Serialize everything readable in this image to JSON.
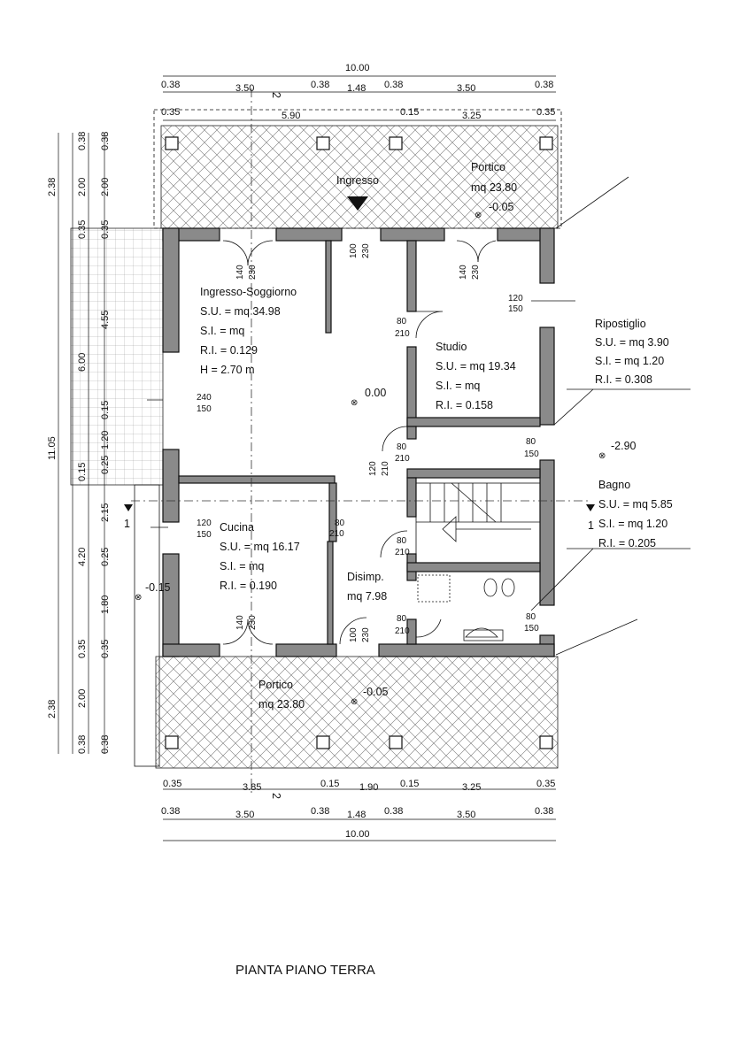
{
  "title": "PIANTA PIANO TERRA",
  "rooms": {
    "ingresso_label": "Ingresso",
    "portico_top": [
      "Portico",
      "mq 23.80"
    ],
    "soggiorno": [
      "Ingresso-Soggiorno",
      "S.U. = mq 34.98",
      "S.I. = mq",
      "R.I. = 0.129",
      "H = 2.70 m"
    ],
    "studio": [
      "Studio",
      "S.U. = mq 19.34",
      "S.I. = mq",
      "R.I. = 0.158"
    ],
    "ripostiglio": [
      "Ripostiglio",
      "S.U. = mq 3.90",
      "S.I. = mq 1.20",
      "R.I. = 0.308"
    ],
    "bagno": [
      "Bagno",
      "S.U. = mq 5.85",
      "S.I. = mq 1.20",
      "R.I. = 0.205"
    ],
    "cucina": [
      "Cucina",
      "S.U. = mq 16.17",
      "S.I. = mq",
      "R.I. = 0.190"
    ],
    "disimp": [
      "Disimp.",
      "mq 7.98"
    ],
    "portico_bottom": [
      "Portico",
      "mq 23.80"
    ]
  },
  "levels": {
    "portico_top": "-0.05",
    "interior": "0.00",
    "right_ext": "-2.90",
    "left_ext": "-0.15",
    "portico_bottom": "-0.05"
  },
  "openings": {
    "o1": [
      "140",
      "230"
    ],
    "o2": [
      "100",
      "230"
    ],
    "o3": [
      "140",
      "230"
    ],
    "o4": [
      "120",
      "150"
    ],
    "o5": [
      "80",
      "210"
    ],
    "o6": [
      "240",
      "150"
    ],
    "o7": [
      "80",
      "210"
    ],
    "o8": [
      "80",
      "150"
    ],
    "o9": [
      "120",
      "210"
    ],
    "o10": [
      "120",
      "150"
    ],
    "o11": [
      "80",
      "210"
    ],
    "o12": [
      "80",
      "210"
    ],
    "o13": [
      "80",
      "210"
    ],
    "o14": [
      "80",
      "150"
    ],
    "o15": [
      "140",
      "230"
    ],
    "o16": [
      "100",
      "230"
    ]
  },
  "section_marks": {
    "top": "2",
    "bottom": "2",
    "left": "1",
    "right": "1"
  },
  "dims": {
    "top_total": "10.00",
    "top_row1": [
      "0.38",
      "3.50",
      "0.38",
      "1.48",
      "0.38",
      "3.50",
      "0.38"
    ],
    "top_row2": [
      "0.35",
      "5.90",
      "0.15",
      "3.25",
      "0.35"
    ],
    "bottom_row1": [
      "0.35",
      "3.85",
      "0.15",
      "1.90",
      "0.15",
      "3.25",
      "0.35"
    ],
    "bottom_row2": [
      "0.38",
      "3.50",
      "0.38",
      "1.48",
      "0.38",
      "3.50",
      "0.38"
    ],
    "bottom_total": "10.00",
    "left_total": "11.05",
    "left_col1": [
      "2.38",
      "6.00",
      "2.38"
    ],
    "left_col2": [
      "0.38",
      "2.00",
      "0.35",
      "4.55",
      "0.15",
      "1.20",
      "0.25",
      "0.15",
      "2.15",
      "4.20",
      "0.25",
      "1.80",
      "0.35",
      "2.00",
      "0.38"
    ],
    "left_col3": [
      "0.38",
      "2.00",
      "0.35",
      "0.35",
      "0.38"
    ]
  }
}
